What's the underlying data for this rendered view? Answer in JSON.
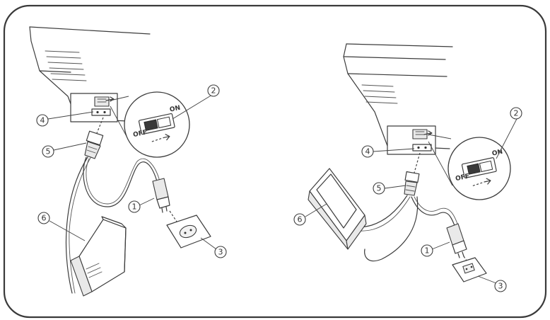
{
  "panels": [
    {
      "id": "left",
      "callouts": [
        "1",
        "2",
        "3",
        "4",
        "5",
        "6"
      ],
      "switch": {
        "on_label": "ON",
        "off_label": "OFF"
      }
    },
    {
      "id": "right",
      "callouts": [
        "1",
        "2",
        "3",
        "4",
        "5",
        "6"
      ],
      "switch": {
        "on_label": "ON",
        "off_label": "OFF"
      }
    }
  ],
  "colors": {
    "line": "#3c3c3c",
    "frame": "#3a3a3a",
    "fill": "#e9e9e9",
    "background": "#ffffff"
  },
  "icons": [
    "device-housing",
    "power-switch-zoom",
    "plug",
    "wall-socket",
    "connector",
    "power-supply-unit",
    "arrow"
  ]
}
